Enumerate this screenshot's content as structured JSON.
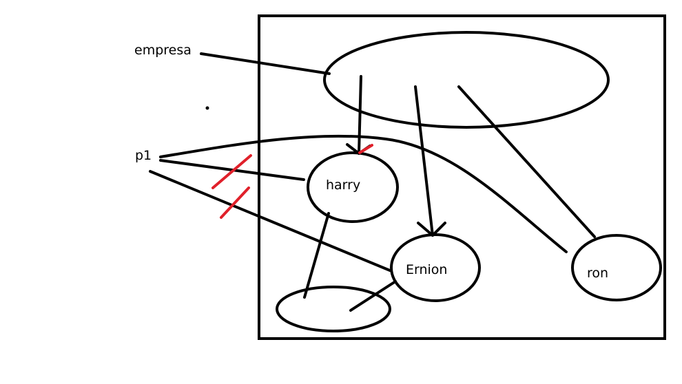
{
  "labels": {
    "empresa": "empresa",
    "p1": "p1",
    "harry": "harry",
    "ernion": "Ernion",
    "ron": "ron"
  },
  "colors": {
    "ink": "#000000",
    "strike": "#e0202a",
    "background": "#ffffff"
  }
}
